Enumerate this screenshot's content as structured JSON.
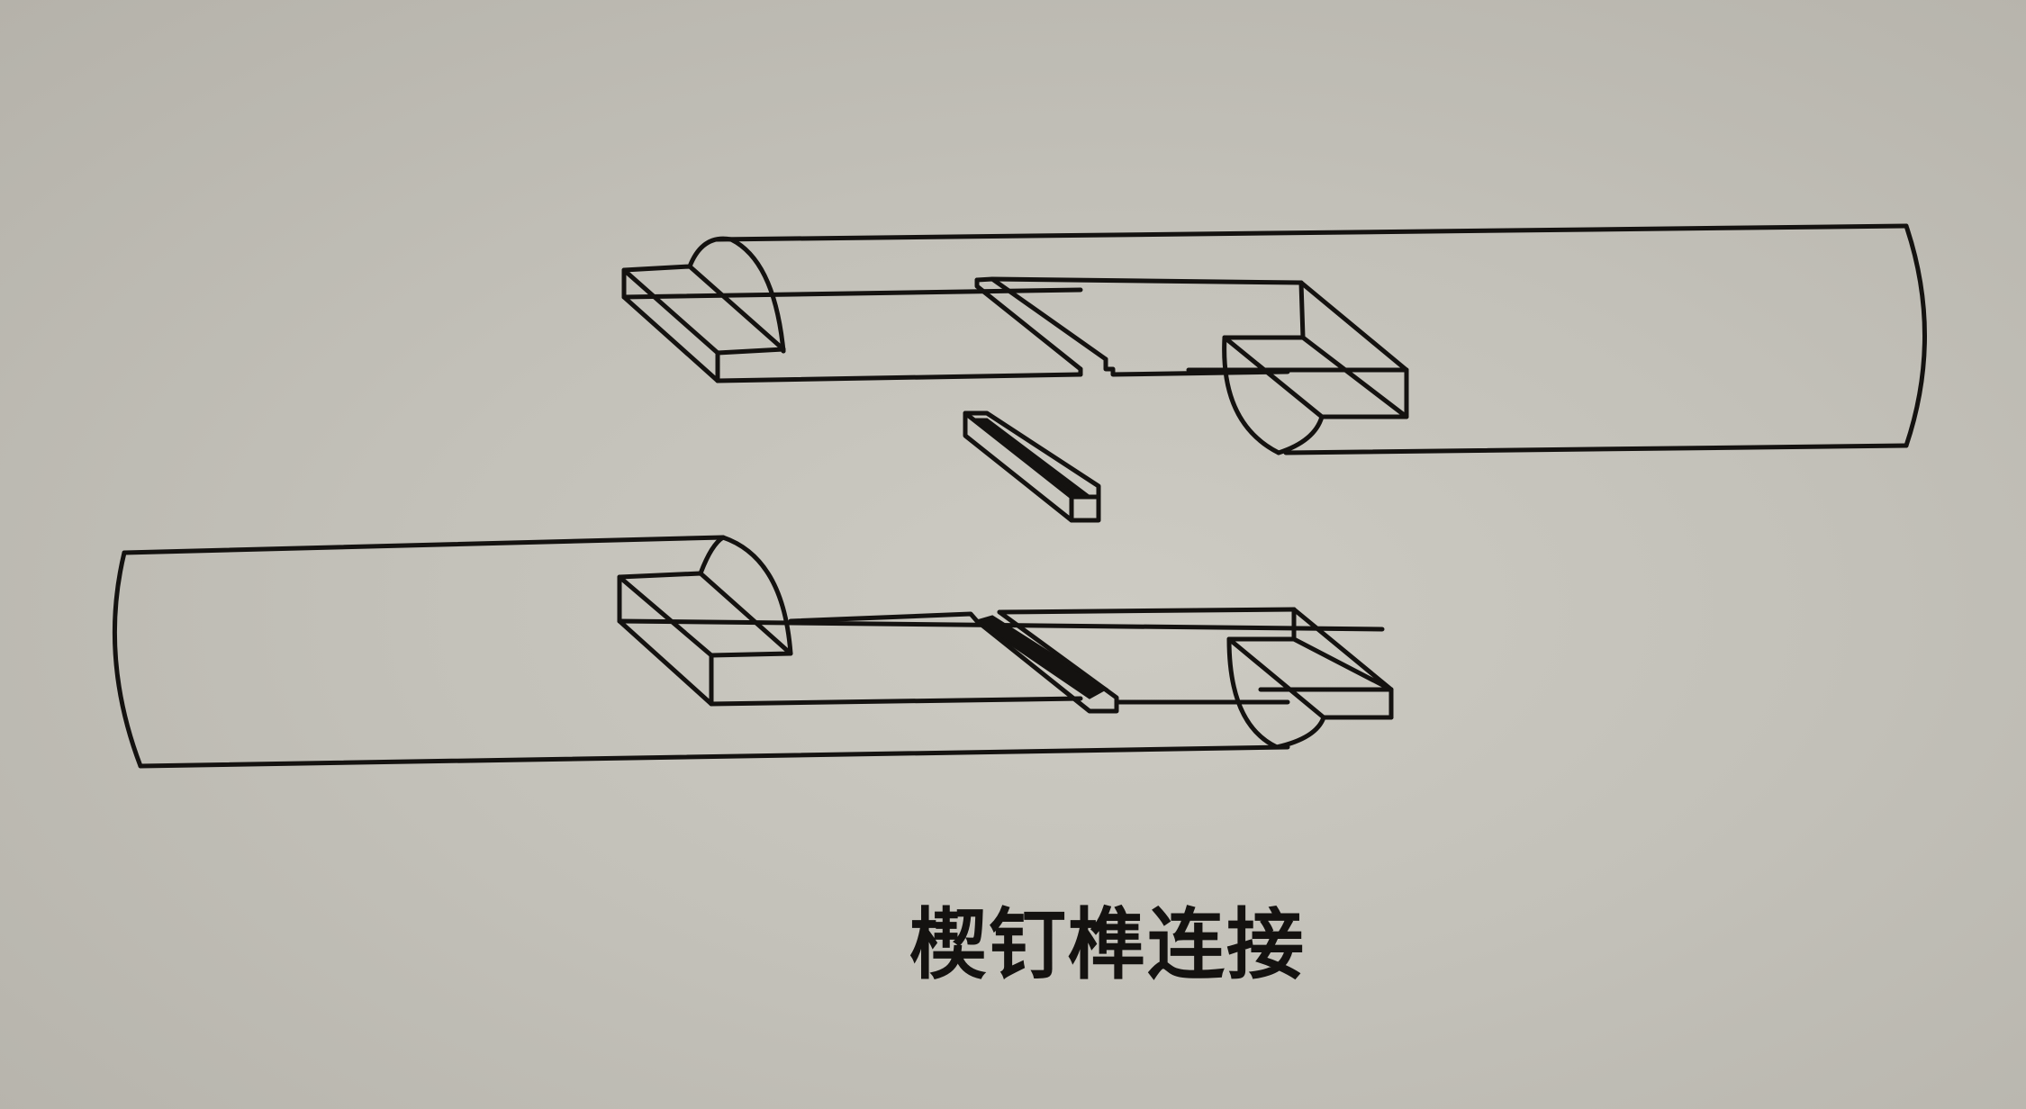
{
  "figure": {
    "caption": "楔钉榫连接",
    "background_color": "#c3c1b9",
    "line_color": "#141210",
    "parts": [
      {
        "name": "upper-member",
        "label": "upper round member with half-lap tenon and wedge slot"
      },
      {
        "name": "wedge-pin",
        "label": "square wedge pin"
      },
      {
        "name": "lower-member",
        "label": "lower round member with half-lap tenon and wedge slot"
      }
    ]
  }
}
